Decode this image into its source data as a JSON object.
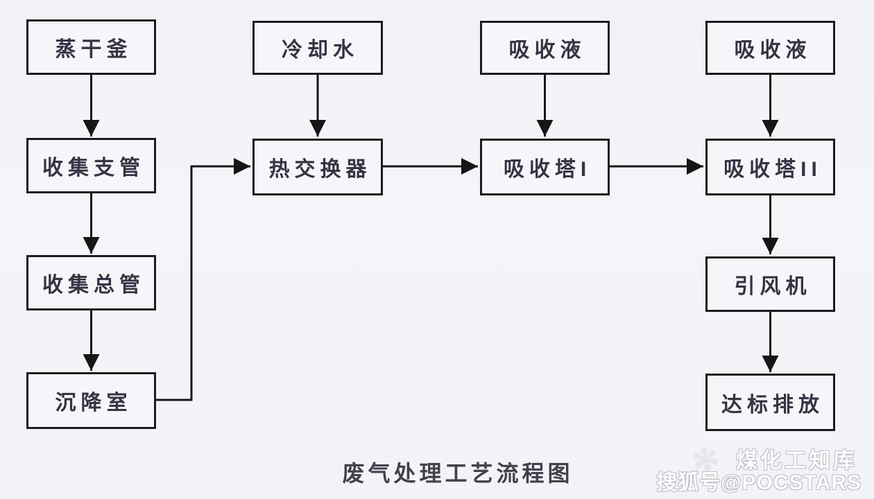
{
  "diagram": {
    "title": "废气处理工艺流程图",
    "type": "flowchart",
    "nodes": {
      "evaporator": "蒸干釜",
      "collect_branch": "收集支管",
      "collect_main": "收集总管",
      "settling_chamber": "沉降室",
      "cooling_water": "冷却水",
      "heat_exchanger": "热交换器",
      "absorbent_1": "吸收液",
      "absorber_tower_1": "吸收塔I",
      "absorbent_2": "吸收液",
      "absorber_tower_2": "吸收塔II",
      "induced_draft_fan": "引风机",
      "discharge": "达标排放"
    },
    "edges": [
      {
        "from": "evaporator",
        "to": "collect_branch"
      },
      {
        "from": "collect_branch",
        "to": "collect_main"
      },
      {
        "from": "collect_main",
        "to": "settling_chamber"
      },
      {
        "from": "settling_chamber",
        "to": "heat_exchanger"
      },
      {
        "from": "cooling_water",
        "to": "heat_exchanger"
      },
      {
        "from": "heat_exchanger",
        "to": "absorber_tower_1"
      },
      {
        "from": "absorbent_1",
        "to": "absorber_tower_1"
      },
      {
        "from": "absorber_tower_1",
        "to": "absorber_tower_2"
      },
      {
        "from": "absorbent_2",
        "to": "absorber_tower_2"
      },
      {
        "from": "absorber_tower_2",
        "to": "induced_draft_fan"
      },
      {
        "from": "induced_draft_fan",
        "to": "discharge"
      }
    ]
  },
  "watermark": {
    "icon": "sparkle-icon",
    "icon_glyph": "✻",
    "brand": "煤化工知库",
    "account": "搜狐号@POCSTARS"
  },
  "colors": {
    "background": "#f3f3f7",
    "box_fill": "#f6f6fa",
    "box_border": "#1c1c1e",
    "arrow": "#161616",
    "node_text": "#383243",
    "title_text": "#453f4d",
    "watermark_text": "#fdfdfe",
    "watermark_outline": "#bdbdc4"
  }
}
